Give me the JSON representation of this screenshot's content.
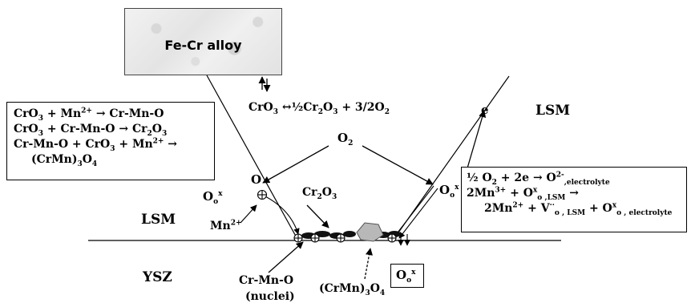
{
  "alloy": {
    "label": "Fe-Cr alloy"
  },
  "layers": {
    "lsm_top": "LSM",
    "lsm_left": "LSM",
    "ysz": "YSZ"
  },
  "center_reaction": {
    "lhs": "CrO",
    "lhs_sub": "3",
    "arrow": "↔",
    "frac": "½Cr",
    "frac_sub": "2",
    "o": "O",
    "o_sub": "3",
    "plus": " + 3/2O",
    "o2sub": "2"
  },
  "o2_label": {
    "text": "O",
    "sub": "2"
  },
  "electron_label": "e",
  "left_box": {
    "l1": {
      "a": "CrO",
      "a_sub": "3",
      "b": " + Mn",
      "b_sup": "2+",
      "c": " → Cr-Mn-O"
    },
    "l2": {
      "a": "CrO",
      "a_sub": "3",
      "b": " + Cr-Mn-O → Cr",
      "b_sub": "2",
      "c": "O",
      "c_sub": "3"
    },
    "l3": {
      "a": "Cr-Mn-O + CrO",
      "a_sub": "3",
      "b": " + Mn",
      "b_sup": "2+",
      "c": " →"
    },
    "l4": {
      "a": "(CrMn)",
      "a_sub": "3",
      "b": "O",
      "b_sub": "4"
    }
  },
  "right_box": {
    "l1": {
      "a": "½ O",
      "a_sub": "2",
      "b": " + 2e → O",
      "b_sup": "2-",
      "c_sub": ",electrolyte"
    },
    "l2": {
      "a": "2Mn",
      "a_sup": "3+",
      "b": " + O",
      "b_sup": "x",
      "b_sub": "o",
      "c_sub": " ,LSM",
      "d": " →"
    },
    "l3": {
      "a": "2Mn",
      "a_sup": "2+",
      "b": " + V",
      "b_sup": "··",
      "b_sub": "o",
      "c_sub": " , LSM",
      "d": " + O",
      "d_sup": "x",
      "d_sub": "o",
      "e_sub": " , electrolyte"
    }
  },
  "labels": {
    "o_left": "O",
    "oox_left": {
      "o": "O",
      "sub": "o",
      "sup": "x"
    },
    "oox_right": {
      "o": "O",
      "sub": "o",
      "sup": "x"
    },
    "oox_box": {
      "o": "O",
      "sub": "o",
      "sup": "x"
    },
    "mn2": {
      "a": "Mn",
      "sup": "2+"
    },
    "cr2o3": {
      "a": "Cr",
      "sub": "2",
      "b": "O",
      "sub2": "3"
    },
    "crmno": "Cr-Mn-O",
    "nuclei": "(nuclei)",
    "crmn3o4": {
      "a": "(CrMn)",
      "sub": "3",
      "b": "O",
      "sub2": "4"
    }
  }
}
